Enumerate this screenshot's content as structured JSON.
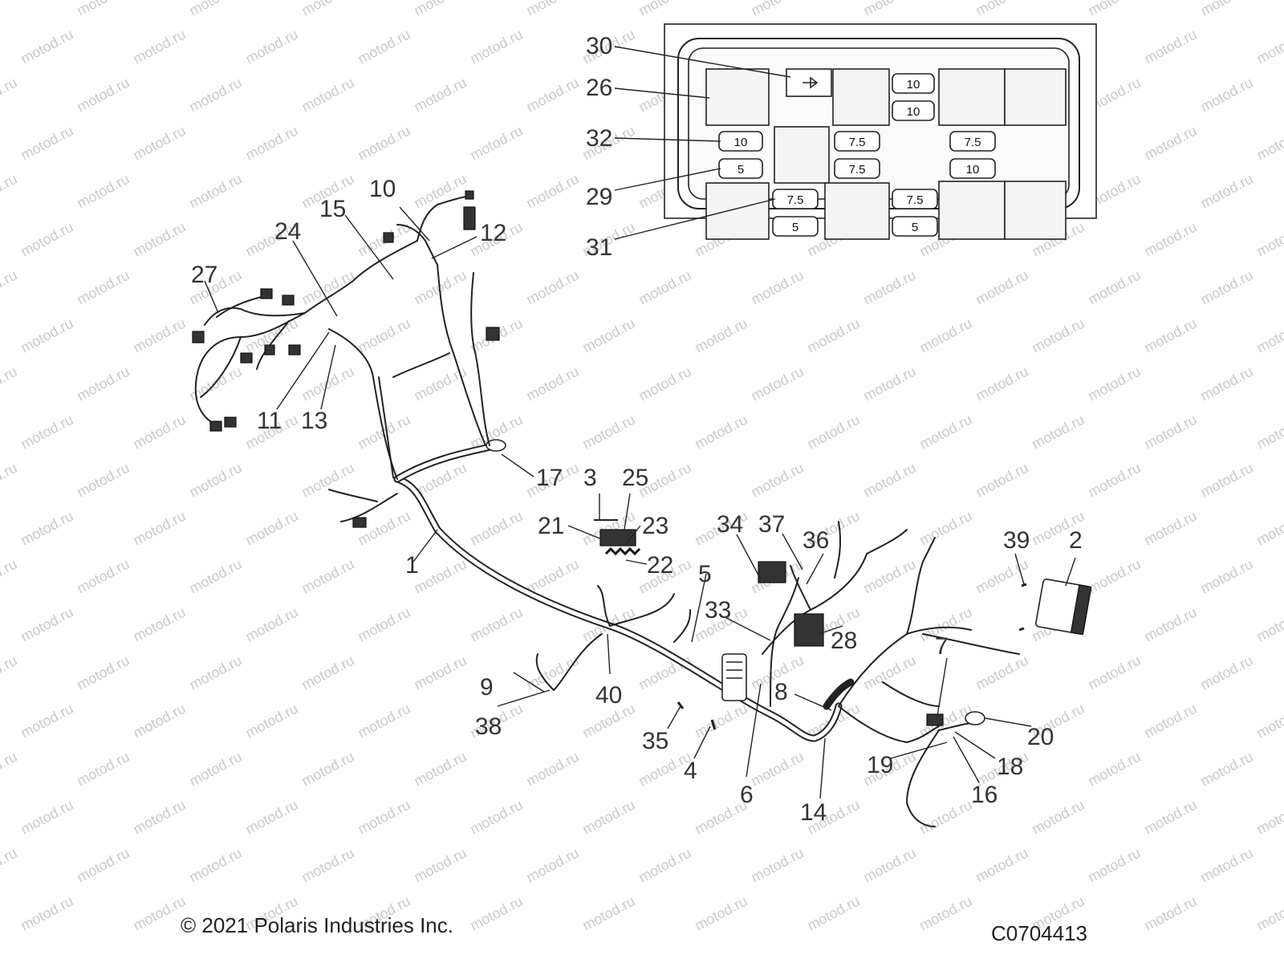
{
  "footer": {
    "copyright": "© 2021 Polaris Industries Inc.",
    "figure_code": "C0704413"
  },
  "watermark": "motod.ru",
  "callouts": {
    "c1": "1",
    "c2": "2",
    "c3": "3",
    "c4": "4",
    "c5": "5",
    "c6": "6",
    "c7": "7",
    "c8": "8",
    "c9": "9",
    "c10": "10",
    "c11": "11",
    "c12": "12",
    "c13": "13",
    "c14": "14",
    "c15": "15",
    "c16": "16",
    "c17": "17",
    "c18": "18",
    "c19": "19",
    "c20": "20",
    "c21": "21",
    "c22": "22",
    "c23": "23",
    "c24": "24",
    "c25": "25",
    "c26": "26",
    "c27": "27",
    "c28": "28",
    "c29": "29",
    "c30": "30",
    "c31": "31",
    "c32": "32",
    "c33": "33",
    "c34": "34",
    "c35": "35",
    "c36": "36",
    "c37": "37",
    "c38": "38",
    "c39": "39",
    "c40": "40"
  },
  "fuse_box": {
    "fuses": {
      "f1": "10",
      "f2": "10",
      "f3": "10",
      "f4": "5",
      "f5": "7.5",
      "f6": "7.5",
      "f7": "7.5",
      "f8": "10",
      "f9": "7.5",
      "f10": "5",
      "f11": "7.5",
      "f12": "5"
    }
  }
}
